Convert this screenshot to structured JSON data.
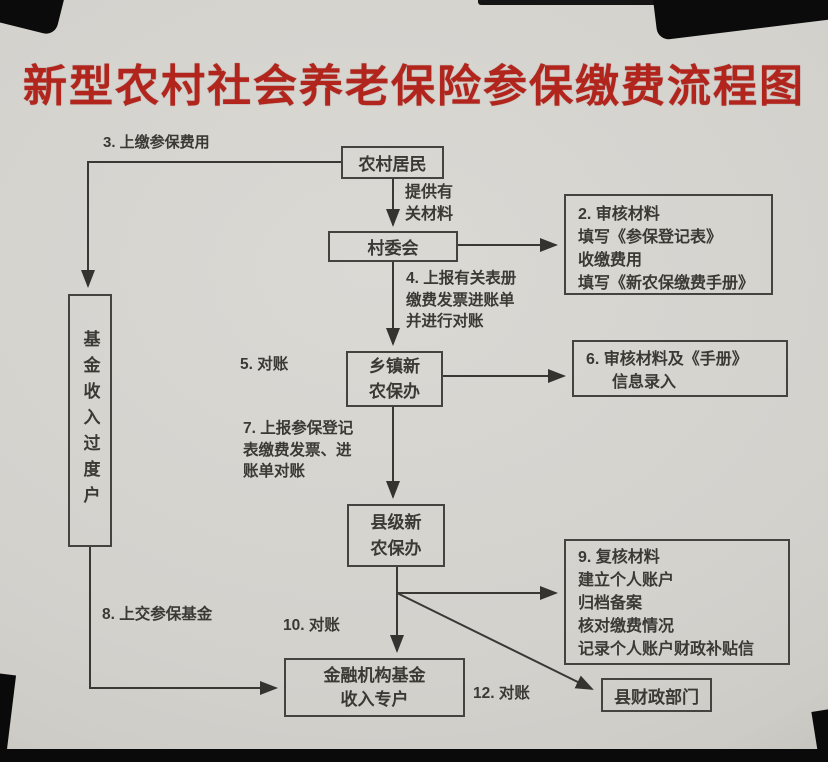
{
  "title": "新型农村社会养老保险参保缴费流程图",
  "colors": {
    "title_red": "#b1251d",
    "paper": "#d3d1cc",
    "ink": "#3b3934",
    "box_border": "#45433f",
    "photo_edge": "#0a0a0a"
  },
  "nodes": {
    "rural_residents": "农村居民",
    "village_committee": "村委会",
    "township_office": [
      "乡镇新",
      "农保办"
    ],
    "county_office": [
      "县级新",
      "农保办"
    ],
    "fund_transition_account": "基金收入过度户",
    "financial_institution": [
      "金融机构基金",
      "收入专户"
    ],
    "county_finance_dept": "县财政部门",
    "step2": [
      "2. 审核材料",
      "填写《参保登记表》",
      "收缴费用",
      "填写《新农保缴费手册》"
    ],
    "step6": [
      "6. 审核材料及《手册》",
      "信息录入"
    ],
    "step9": [
      "9. 复核材料",
      "建立个人账户",
      "归档备案",
      "核对缴费情况",
      "记录个人账户财政补贴信"
    ]
  },
  "labels": {
    "step3": "3. 上缴参保费用",
    "provide_materials": [
      "提供有",
      "关材料"
    ],
    "step4": [
      "4. 上报有关表册",
      "缴费发票进账单",
      "并进行对账"
    ],
    "step5": "5. 对账",
    "step7": [
      "7. 上报参保登记",
      "表缴费发票、进",
      "账单对账"
    ],
    "step8": "8. 上交参保基金",
    "step10": "10. 对账",
    "step12": "12. 对账"
  }
}
